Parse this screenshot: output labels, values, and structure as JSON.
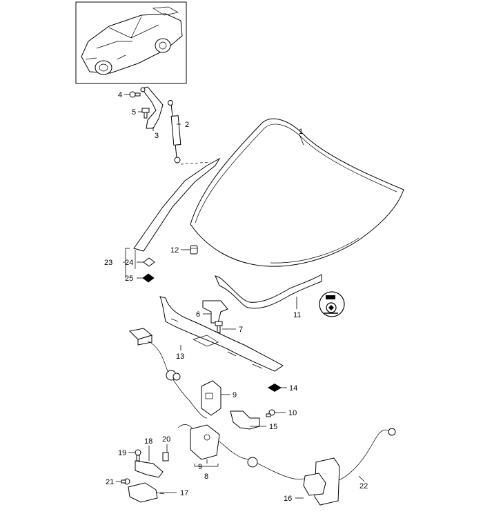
{
  "callouts": [
    {
      "id": "1"
    },
    {
      "id": "2"
    },
    {
      "id": "3"
    },
    {
      "id": "4"
    },
    {
      "id": "5"
    },
    {
      "id": "6"
    },
    {
      "id": "7"
    },
    {
      "id": "8"
    },
    {
      "id": "9"
    },
    {
      "id": "9b",
      "label": "9"
    },
    {
      "id": "10"
    },
    {
      "id": "11"
    },
    {
      "id": "12"
    },
    {
      "id": "13"
    },
    {
      "id": "14"
    },
    {
      "id": "15"
    },
    {
      "id": "16"
    },
    {
      "id": "17"
    },
    {
      "id": "18"
    },
    {
      "id": "19"
    },
    {
      "id": "20"
    },
    {
      "id": "21"
    },
    {
      "id": "22"
    },
    {
      "id": "23"
    },
    {
      "id": "24"
    },
    {
      "id": "25"
    }
  ],
  "labels": {
    "c1": "1",
    "c2": "2",
    "c3": "3",
    "c4": "4",
    "c5": "5",
    "c6": "6",
    "c7": "7",
    "c8": "8",
    "c9": "9",
    "c9b": "9",
    "c10": "10",
    "c11": "11",
    "c12": "12",
    "c13": "13",
    "c14": "14",
    "c15": "15",
    "c16": "16",
    "c17": "17",
    "c18": "18",
    "c19": "19",
    "c20": "20",
    "c21": "21",
    "c22": "22",
    "c23": "23",
    "c24": "24",
    "c25": "25"
  },
  "icons": {
    "vehicle": "car-thumbnail-icon",
    "service": "service-note-icon"
  }
}
